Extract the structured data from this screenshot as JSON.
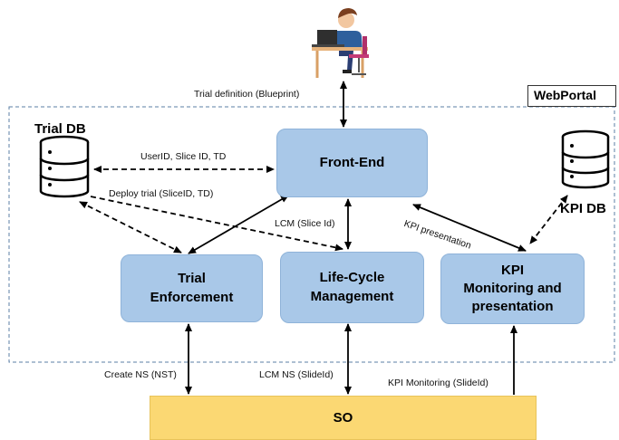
{
  "container": {
    "label": "WebPortal"
  },
  "nodes": {
    "front_end": "Front-End",
    "trial_enforcement": "Trial\nEnforcement",
    "lifecycle": "Life-Cycle\nManagement",
    "kpi": "KPI\nMonitoring and\npresentation",
    "so": "SO"
  },
  "databases": {
    "trial_db": "Trial DB",
    "kpi_db": "KPI DB"
  },
  "edges": {
    "trial_definition": "Trial definition (Blueprint)",
    "userid": "UserID, Slice ID, TD",
    "deploy_trial": "Deploy trial (SliceID, TD)",
    "lcm_slice": "LCM (Slice Id)",
    "kpi_presentation": "KPI presentation",
    "create_ns": "Create NS (NST)",
    "lcm_ns": "LCM NS (SlideId)",
    "kpi_monitoring": "KPI Monitoring (SlideId)"
  },
  "colors": {
    "module_fill": "#a9c8e8",
    "so_fill": "#fbd873",
    "dashed_border": "#5b7fa6"
  },
  "icons": [
    "user-at-desk-icon",
    "database-icon"
  ]
}
